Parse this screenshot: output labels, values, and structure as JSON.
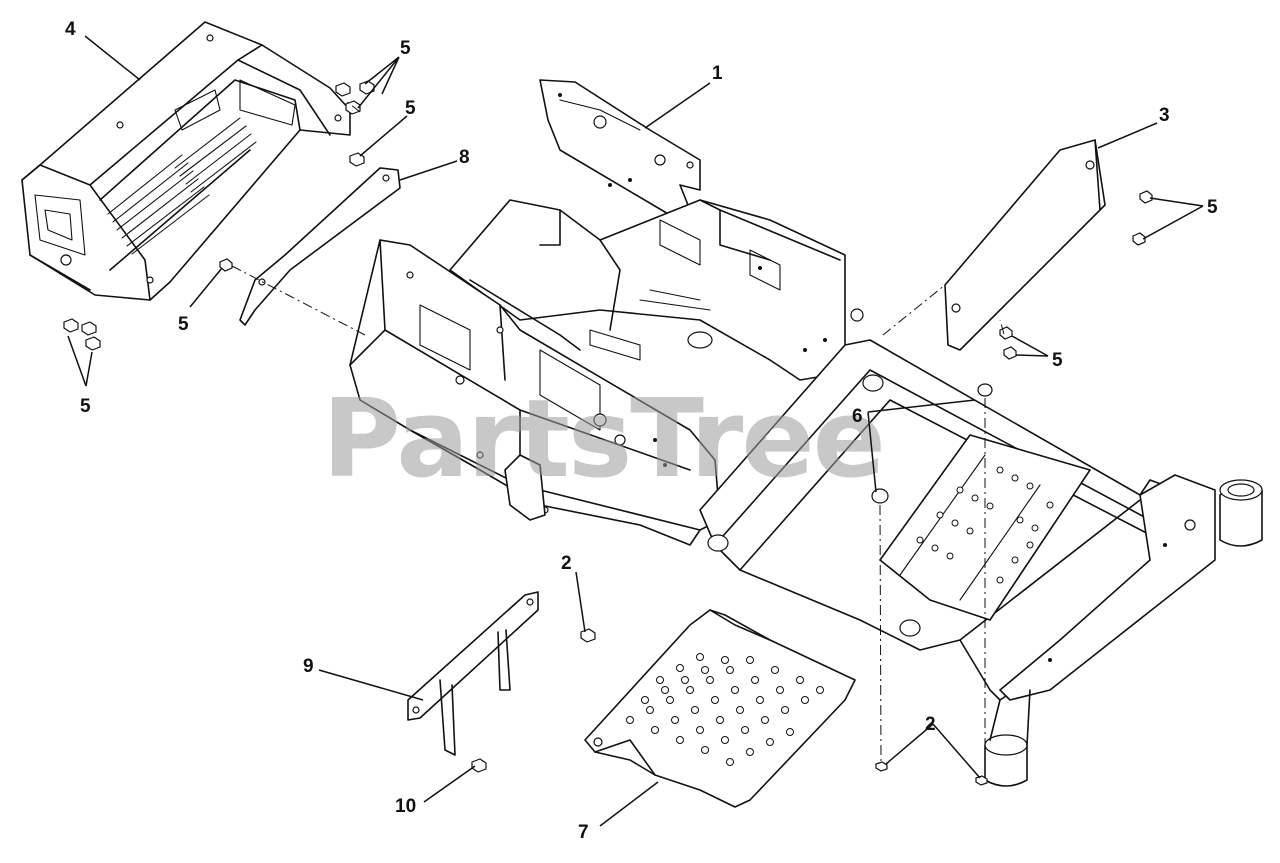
{
  "watermark": "PartsTree",
  "callouts": [
    {
      "id": "c1",
      "label": "1"
    },
    {
      "id": "c2a",
      "label": "2"
    },
    {
      "id": "c2b",
      "label": "2"
    },
    {
      "id": "c3",
      "label": "3"
    },
    {
      "id": "c4",
      "label": "4"
    },
    {
      "id": "c5a",
      "label": "5"
    },
    {
      "id": "c5b",
      "label": "5"
    },
    {
      "id": "c5c",
      "label": "5"
    },
    {
      "id": "c5d",
      "label": "5"
    },
    {
      "id": "c5e",
      "label": "5"
    },
    {
      "id": "c5f",
      "label": "5"
    },
    {
      "id": "c6",
      "label": "6"
    },
    {
      "id": "c7",
      "label": "7"
    },
    {
      "id": "c8",
      "label": "8"
    },
    {
      "id": "c9",
      "label": "9"
    },
    {
      "id": "c10",
      "label": "10"
    }
  ]
}
